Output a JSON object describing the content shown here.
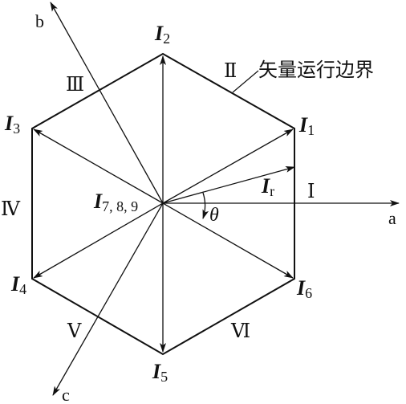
{
  "diagram": {
    "boundary_label": "矢量运行边界",
    "axes": {
      "a": "a",
      "b": "b",
      "c": "c"
    },
    "sectors": [
      "Ⅰ",
      "Ⅱ",
      "Ⅲ",
      "Ⅳ",
      "Ⅴ",
      "Ⅵ"
    ],
    "vectors": [
      {
        "name": "I",
        "sub": "1"
      },
      {
        "name": "I",
        "sub": "2"
      },
      {
        "name": "I",
        "sub": "3"
      },
      {
        "name": "I",
        "sub": "4"
      },
      {
        "name": "I",
        "sub": "5"
      },
      {
        "name": "I",
        "sub": "6"
      }
    ],
    "center_vector": {
      "name": "I",
      "sub": "7, 8, 9"
    },
    "ref_vector": {
      "name": "I",
      "sub": "r"
    },
    "angle_symbol": "θ"
  }
}
